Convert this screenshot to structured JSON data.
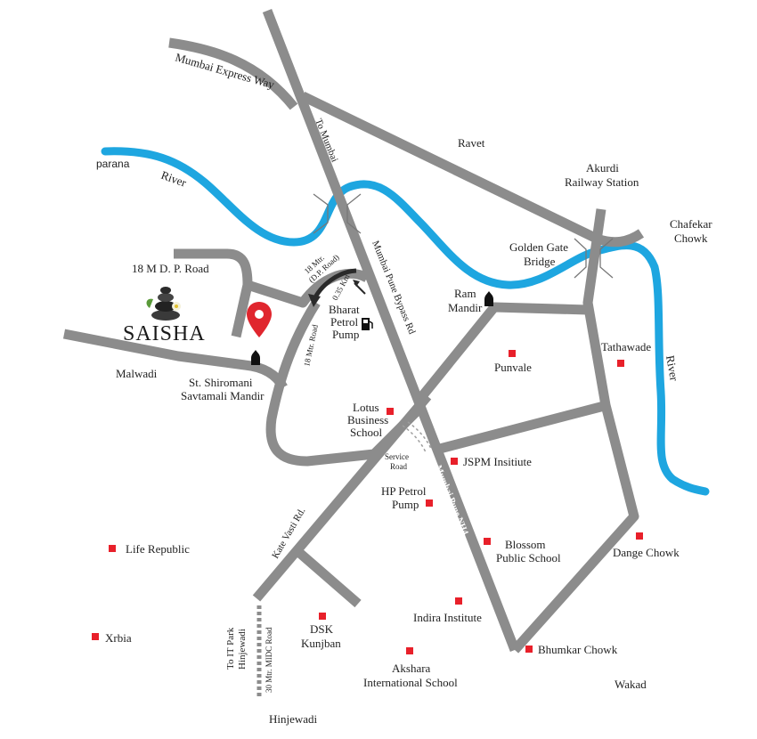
{
  "colors": {
    "road": "#8c8c8c",
    "river": "#1ea6e0",
    "marker": "#e8202a",
    "pin": "#e0262e",
    "text": "#222222"
  },
  "project": {
    "name": "SAISHA"
  },
  "roads": {
    "mumbai_express_way": "Mumbai Express Way",
    "to_mumbai": "To Mumbai",
    "bypass": "Mumbai Pune Bypass Rd",
    "nh4": "Mumbai Pune NH4",
    "dp_road_18": "18 M D. P. Road",
    "dp_road_18_curve_1": "18 Mtr.",
    "dp_road_18_curve_2": "(D.P. Road)",
    "distance": "0.35 Km",
    "road_18_mtr": "18 Mtr. Road",
    "kate_vasti": "Kate Vasti Rd.",
    "service_road_1": "Service",
    "service_road_2": "Road",
    "midc_road": "30 Mtr. MIDC Road",
    "it_park_1": "To IT Park",
    "it_park_2": "Hinjewadi"
  },
  "rivers": {
    "parana": "parana",
    "river_left": "River",
    "river_right": "River"
  },
  "places": {
    "ravet": "Ravet",
    "akurdi_1": "Akurdi",
    "akurdi_2": "Railway Station",
    "chafekar_1": "Chafekar",
    "chafekar_2": "Chowk",
    "golden_gate_1": "Golden Gate",
    "golden_gate_2": "Bridge",
    "ram_mandir_1": "Ram",
    "ram_mandir_2": "Mandir",
    "bharat_1": "Bharat",
    "bharat_2": "Petrol",
    "bharat_3": "Pump",
    "punvale": "Punvale",
    "tathawade": "Tathawade",
    "malwadi": "Malwadi",
    "shiromani_1": "St. Shiromani",
    "shiromani_2": "Savtamali Mandir",
    "lotus_1": "Lotus",
    "lotus_2": "Business",
    "lotus_3": "School",
    "jspm": "JSPM Insitiute",
    "hp_1": "HP Petrol",
    "hp_2": "Pump",
    "blossom_1": "Blossom",
    "blossom_2": "Public School",
    "dange": "Dange Chowk",
    "life_republic": "Life Republic",
    "indira": "Indira Institute",
    "xrbia": "Xrbia",
    "dsk_1": "DSK",
    "dsk_2": "Kunjban",
    "bhumkar": "Bhumkar Chowk",
    "akshara_1": "Akshara",
    "akshara_2": "International School",
    "wakad": "Wakad",
    "hinjewadi": "Hinjewadi"
  }
}
